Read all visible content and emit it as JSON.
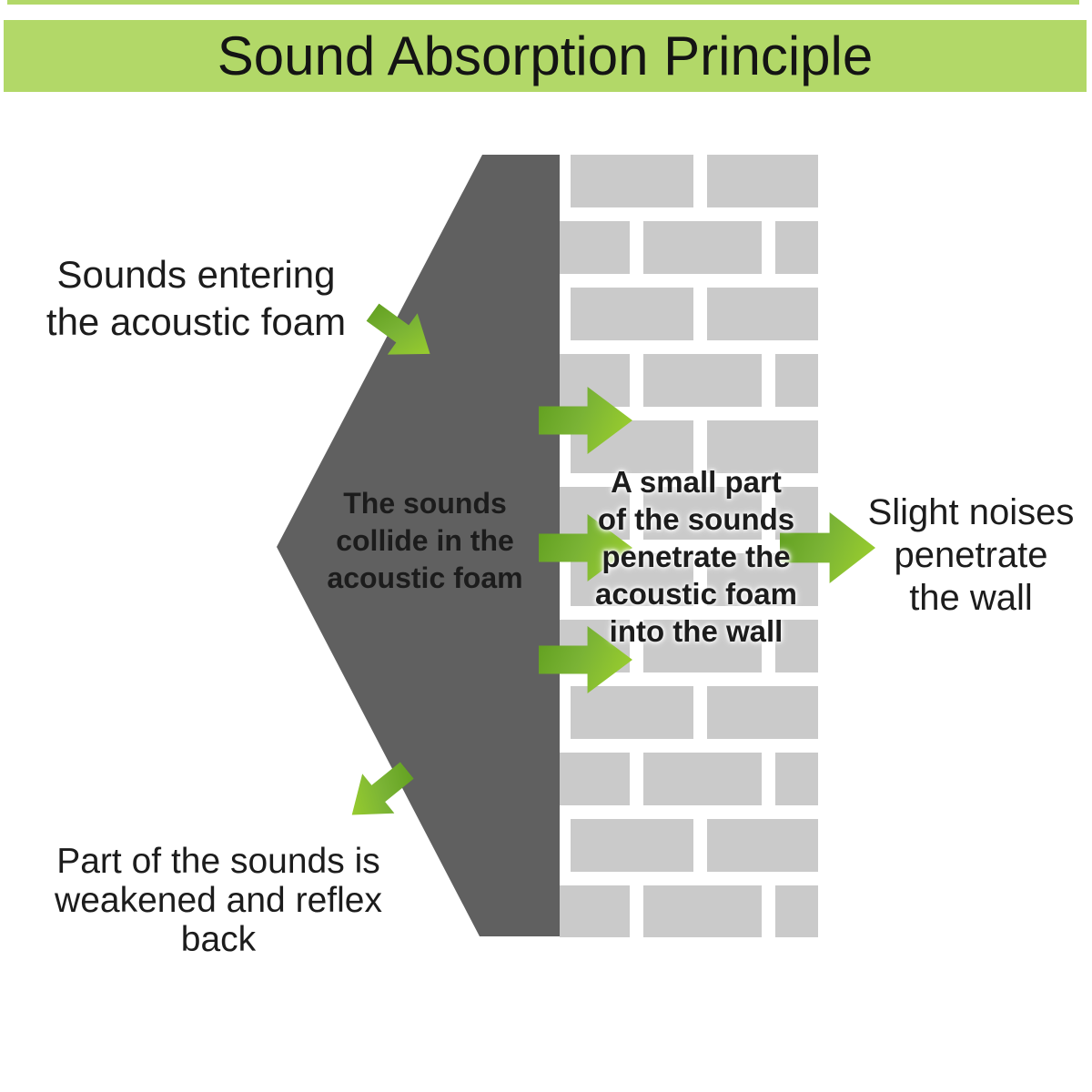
{
  "header": {
    "title": "Sound Absorption Principle"
  },
  "colors": {
    "header_band": "#b2d868",
    "foam": "#606060",
    "brick": "#cacaca",
    "mortar": "#ffffff",
    "arrow_dark": "#5f9e1d",
    "arrow_mid": "#7ab335",
    "arrow_light": "#a0d32c",
    "text": "#1c1c1c"
  },
  "labels": {
    "entering": {
      "lines": [
        "Sounds entering",
        "the acoustic foam"
      ]
    },
    "collide": {
      "lines": [
        "The sounds",
        "collide in the",
        "acoustic foam"
      ]
    },
    "small_part": {
      "lines": [
        "A small part",
        "of the sounds",
        "penetrate the",
        "acoustic foam",
        "into the wall"
      ]
    },
    "slight": {
      "lines": [
        "Slight noises",
        "penetrate",
        "the wall"
      ]
    },
    "reflex": {
      "lines": [
        "Part of the sounds is",
        "weakened and reflex back"
      ]
    }
  },
  "icons": {
    "arrows": [
      {
        "name": "arrow-sounds-entering-icon",
        "direction": "down-right"
      },
      {
        "name": "arrow-into-foam-top-icon",
        "direction": "right"
      },
      {
        "name": "arrow-into-foam-middle-icon",
        "direction": "right"
      },
      {
        "name": "arrow-into-foam-bottom-icon",
        "direction": "right"
      },
      {
        "name": "arrow-through-wall-icon",
        "direction": "right"
      },
      {
        "name": "arrow-reflex-back-icon",
        "direction": "down-left"
      }
    ]
  }
}
